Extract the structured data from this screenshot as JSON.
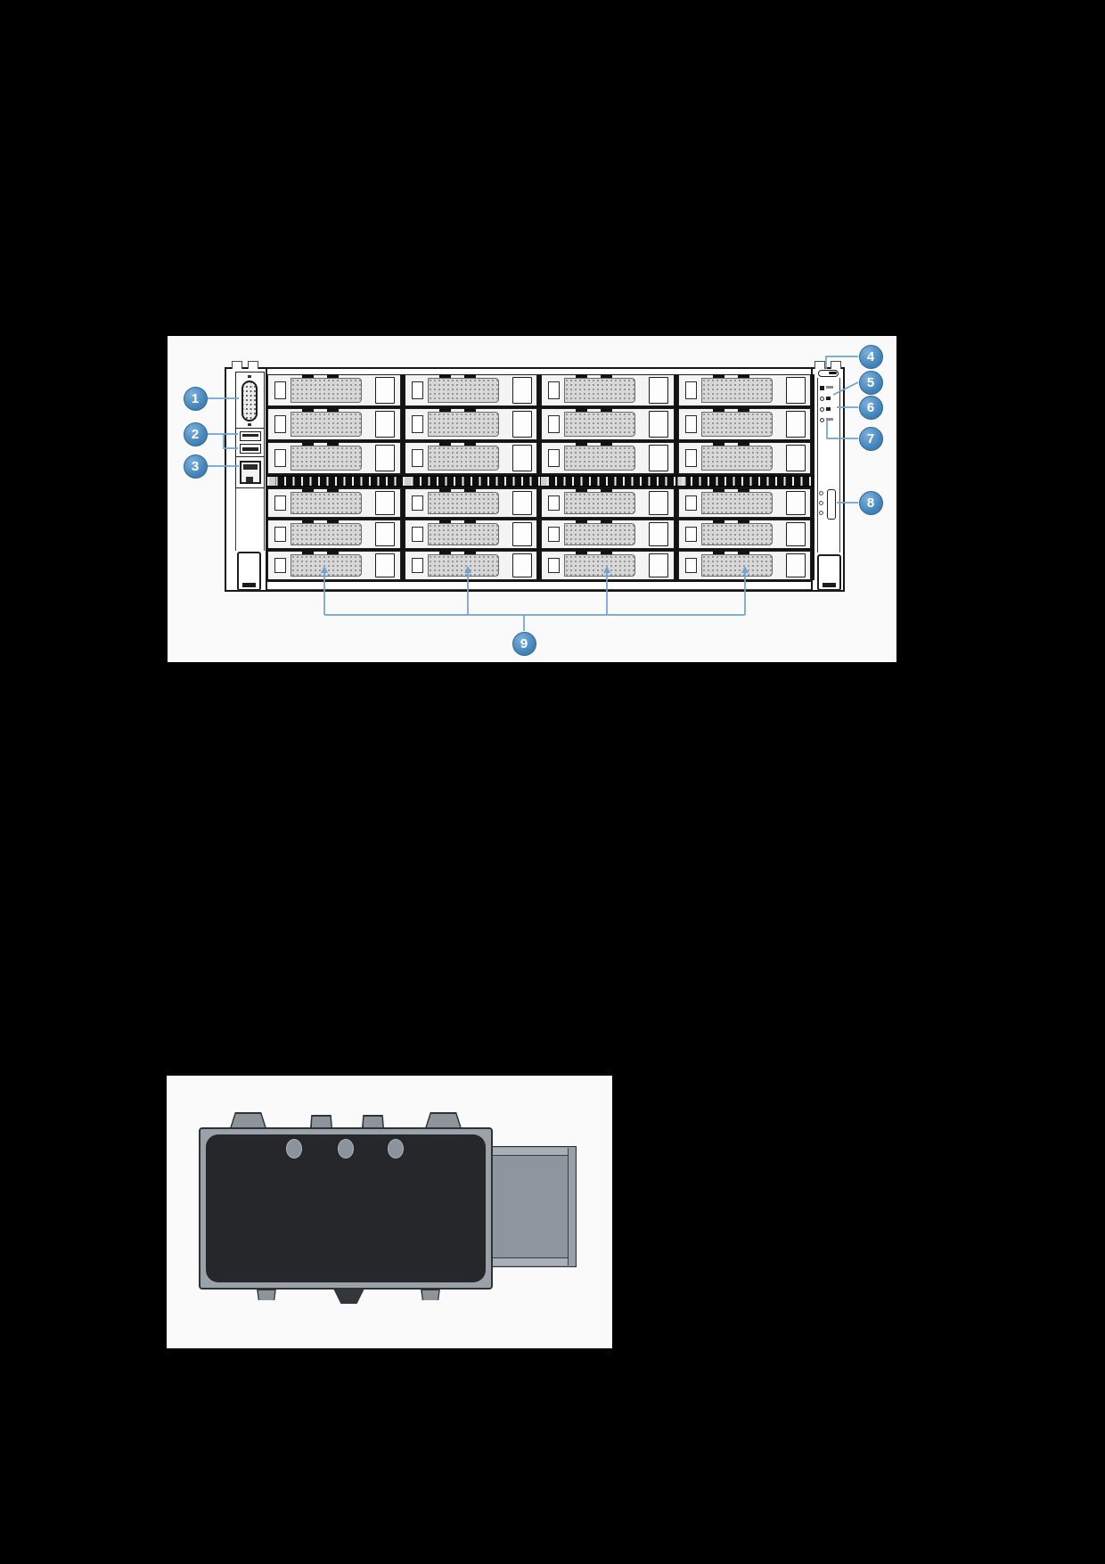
{
  "page": {
    "background": "#000000"
  },
  "figure1": {
    "name": "server-front-view-with-callouts",
    "callout_color": "#4485ba",
    "leader_color": "#6fa3d0",
    "callouts": [
      {
        "n": "1",
        "target": "vga-port"
      },
      {
        "n": "2",
        "target": "usb-ports"
      },
      {
        "n": "3",
        "target": "lan-port"
      },
      {
        "n": "4",
        "target": "power-button"
      },
      {
        "n": "5",
        "target": "status-led"
      },
      {
        "n": "6",
        "target": "status-led"
      },
      {
        "n": "7",
        "target": "uid-led"
      },
      {
        "n": "8",
        "target": "pull-out-info-tag"
      },
      {
        "n": "9",
        "target": "hot-swap-drive-bays"
      }
    ],
    "drive_bays": {
      "columns": 4,
      "rows": 6,
      "total": 24
    }
  },
  "figure2": {
    "name": "drive-tray-top-view",
    "parts": [
      "tray-body",
      "mounting-knobs",
      "screw-holes",
      "slide-rail",
      "bottom-feet"
    ]
  }
}
